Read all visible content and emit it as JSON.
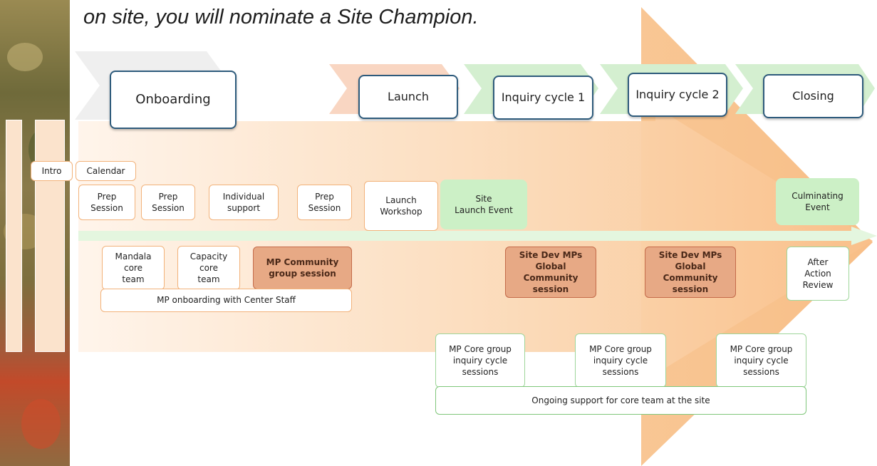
{
  "heading": "on site, you will nominate a Site Champion.",
  "phases": {
    "onboarding": "Onboarding",
    "launch": "Launch",
    "inquiry1": "Inquiry cycle 1",
    "inquiry2": "Inquiry cycle 2",
    "closing": "Closing"
  },
  "sidebar": {
    "intro": "Intro",
    "calendar": "Calendar"
  },
  "activities": {
    "prep1": "Prep\nSession",
    "prep2": "Prep\nSession",
    "individual": "Individual\nsupport",
    "prep3": "Prep\nSession",
    "launch_workshop": "Launch\nWorkshop",
    "site_launch": "Site\nLaunch Event",
    "culminating": "Culminating\nEvent"
  },
  "sessions": {
    "mandala": "Mandala\ncore\nteam",
    "capacity": "Capacity\ncore\nteam",
    "mp_community": "MP Community\ngroup session",
    "mp_onboarding": "MP onboarding with Center Staff",
    "site_dev_1": "Site Dev MPs\nGlobal\nCommunity\nsession",
    "site_dev_2": "Site Dev MPs\nGlobal\nCommunity\nsession",
    "after_action": "After\nAction\nReview",
    "core1": "MP Core group\ninquiry cycle\nsessions",
    "core2": "MP Core group\ninquiry cycle\nsessions",
    "core3": "MP Core group\ninquiry cycle\nsessions",
    "ongoing": "Ongoing support for core team at the site"
  },
  "colors": {
    "phase_border": "#2e5b7c",
    "orange_border": "#f2b27a",
    "green_border": "#9ed69a",
    "session_fill": "#e7a985",
    "green_fill": "#ccf0c6",
    "arrow_start": "#fdeede",
    "arrow_end": "#f9c18e"
  }
}
